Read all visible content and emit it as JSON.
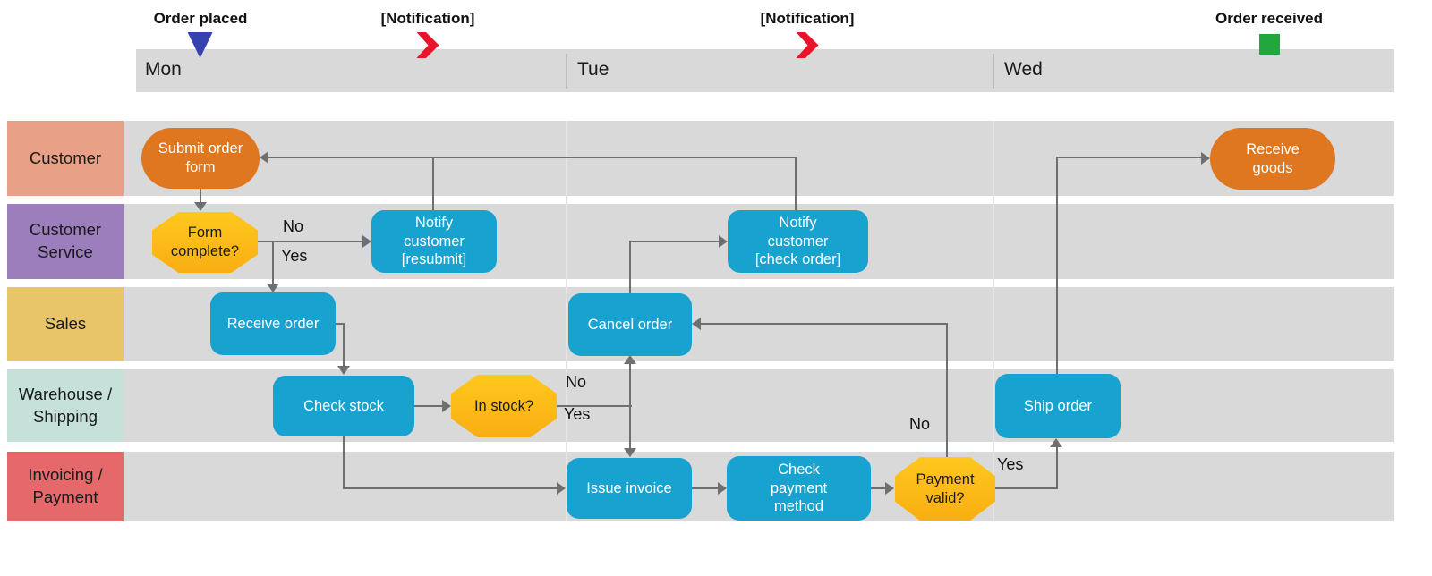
{
  "milestones": [
    {
      "label": "Order placed",
      "icon": "triangle-down-marker",
      "color": "#3642ae"
    },
    {
      "label": "[Notification]",
      "icon": "red-chevron-marker",
      "color": "#e91429"
    },
    {
      "label": "[Notification]",
      "icon": "red-chevron-marker",
      "color": "#e91429"
    },
    {
      "label": "Order received",
      "icon": "green-square-marker",
      "color": "#21a73d"
    }
  ],
  "timeline": {
    "days": [
      {
        "label": "Mon"
      },
      {
        "label": "Tue"
      },
      {
        "label": "Wed"
      }
    ]
  },
  "lanes": [
    {
      "label": "Customer",
      "color": "#e8a087"
    },
    {
      "label": "Customer Service",
      "color": "#9c7ebd"
    },
    {
      "label": "Sales",
      "color": "#e7c568"
    },
    {
      "label": "Warehouse / Shipping",
      "color": "#c6e1da"
    },
    {
      "label": "Invoicing / Payment",
      "color": "#e5696b"
    }
  ],
  "nodes": [
    {
      "id": "submit-order-form",
      "label": "Submit order form",
      "shape": "terminator",
      "lane": "Customer"
    },
    {
      "id": "form-complete",
      "label": "Form complete?",
      "shape": "decision",
      "lane": "Customer Service"
    },
    {
      "id": "notify-customer-resubmit",
      "label": "Notify customer [resubmit]",
      "shape": "process",
      "lane": "Customer Service"
    },
    {
      "id": "receive-order",
      "label": "Receive order",
      "shape": "process",
      "lane": "Sales"
    },
    {
      "id": "check-stock",
      "label": "Check stock",
      "shape": "process",
      "lane": "Warehouse / Shipping"
    },
    {
      "id": "in-stock",
      "label": "In stock?",
      "shape": "decision",
      "lane": "Warehouse / Shipping"
    },
    {
      "id": "cancel-order",
      "label": "Cancel order",
      "shape": "process",
      "lane": "Sales"
    },
    {
      "id": "notify-customer-check-order",
      "label": "Notify customer [check order]",
      "shape": "process",
      "lane": "Customer Service"
    },
    {
      "id": "issue-invoice",
      "label": "Issue invoice",
      "shape": "process",
      "lane": "Invoicing / Payment"
    },
    {
      "id": "check-payment-method",
      "label": "Check payment method",
      "shape": "process",
      "lane": "Invoicing / Payment"
    },
    {
      "id": "payment-valid",
      "label": "Payment valid?",
      "shape": "decision",
      "lane": "Invoicing / Payment"
    },
    {
      "id": "ship-order",
      "label": "Ship order",
      "shape": "process",
      "lane": "Warehouse / Shipping"
    },
    {
      "id": "receive-goods",
      "label": "Receive goods",
      "shape": "terminator",
      "lane": "Customer"
    }
  ],
  "edge_labels": [
    {
      "text": "No"
    },
    {
      "text": "Yes"
    },
    {
      "text": "No"
    },
    {
      "text": "Yes"
    },
    {
      "text": "No"
    },
    {
      "text": "Yes"
    }
  ],
  "colors": {
    "process": "#17a2cf",
    "decision_top": "#ffc81e",
    "decision_bottom": "#f9ae13",
    "terminator": "#df7620",
    "lane_bg": "#d9d9d9",
    "timeline_bar": "#d9d9d9",
    "connector": "#6f6f6f",
    "milestone_blue": "#3642ae",
    "milestone_red": "#e91429",
    "milestone_green": "#21a73d"
  }
}
